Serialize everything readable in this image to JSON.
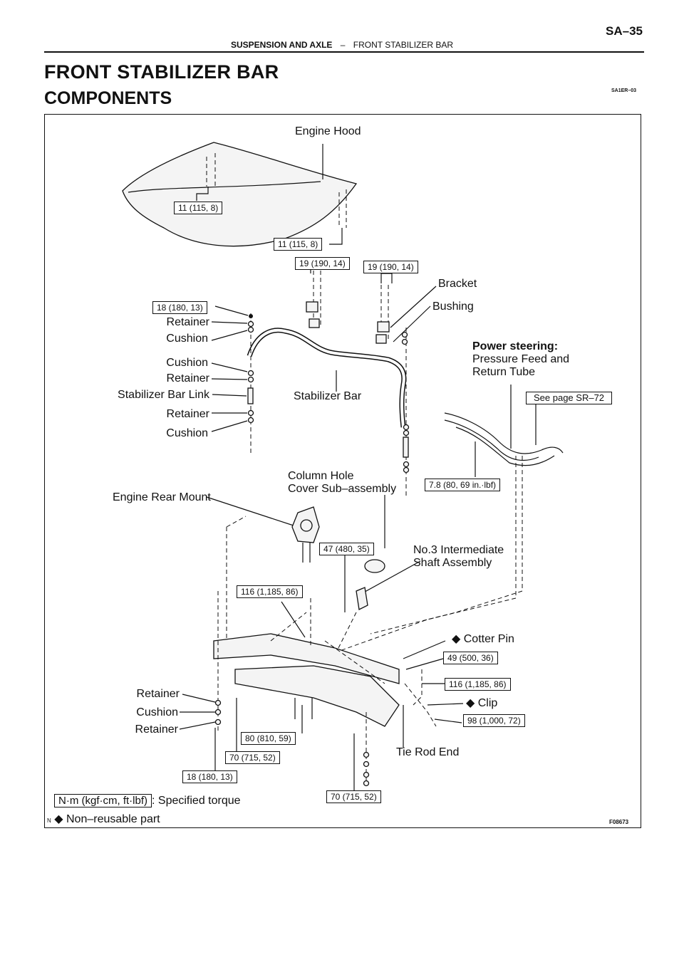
{
  "header": {
    "section": "SUSPENSION AND AXLE",
    "separator": "–",
    "subsection": "FRONT STABILIZER BAR",
    "page_code": "SA–35"
  },
  "title": "FRONT STABILIZER BAR",
  "subtitle": "COMPONENTS",
  "ref_code": "SA1ER–03",
  "figure_code": "F08673",
  "labels": {
    "engine_hood": "Engine Hood",
    "bracket": "Bracket",
    "bushing": "Bushing",
    "retainer": "Retainer",
    "cushion": "Cushion",
    "stabilizer_bar_link": "Stabilizer Bar Link",
    "stabilizer_bar": "Stabilizer Bar",
    "power_steering": "Power steering:",
    "pressure_feed_1": "Pressure Feed and",
    "pressure_feed_2": "Return Tube",
    "see_page": "See page SR–72",
    "column_hole_1": "Column Hole",
    "column_hole_2": "Cover Sub–assembly",
    "engine_rear_mount": "Engine Rear Mount",
    "intermediate_1": "No.3 Intermediate",
    "intermediate_2": "Shaft Assembly",
    "cotter_pin": "◆ Cotter Pin",
    "clip": "◆ Clip",
    "tie_rod_end": "Tie Rod End"
  },
  "torques": {
    "t1": "11 (115, 8)",
    "t2": "11 (115, 8)",
    "t3": "19 (190, 14)",
    "t4": "19 (190, 14)",
    "t5": "18 (180, 13)",
    "t6": "7.8 (80, 69 in.·lbf)",
    "t7": "47 (480, 35)",
    "t8": "116 (1,185, 86)",
    "t9": "49 (500, 36)",
    "t10": "116 (1,185, 86)",
    "t11": "98 (1,000, 72)",
    "t12": "80 (810, 59)",
    "t13": "70 (715, 52)",
    "t14": "18 (180, 13)",
    "t15": "70 (715, 52)"
  },
  "legend": {
    "torque_unit": "N·m (kgf·cm, ft·lbf)",
    "torque_desc": ": Specified torque",
    "marker": "N",
    "nonreusable": "◆ Non–reusable part"
  }
}
